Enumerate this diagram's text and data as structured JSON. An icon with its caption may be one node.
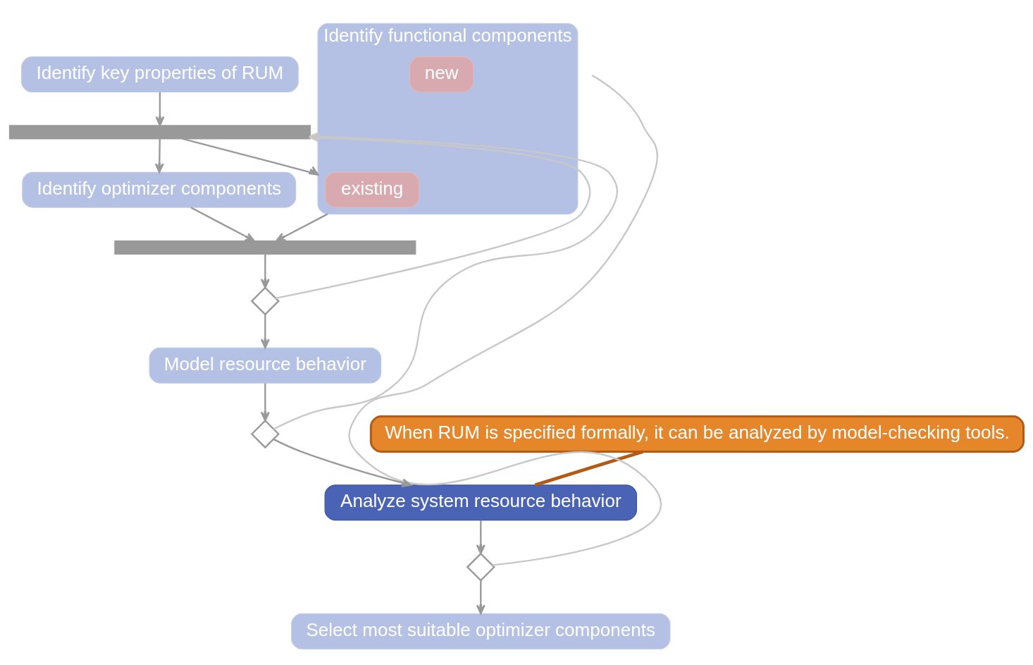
{
  "diagram": {
    "nodes": [
      {
        "text": [
          "Identify key properties of RUM"
        ]
      },
      {
        "text": [],
        "shape": "bar"
      },
      {
        "text": [
          "Identify functional components"
        ]
      },
      {
        "text": [
          "existing"
        ],
        "in": 2
      },
      {
        "text": [
          "new"
        ],
        "in": 2
      },
      {
        "text": [
          "Identify optimizer components"
        ]
      },
      {
        "text": [
          "Select most suitable optimizer components"
        ]
      },
      {
        "text": [],
        "shape": "bar"
      },
      {
        "text": [
          "When RUM is specified formally, it can be analyzed by model-checking tools."
        ]
      },
      {
        "text": [],
        "shape": "diamond"
      },
      {
        "text": [],
        "shape": "diamond"
      },
      {
        "text": [
          "Model resource behavior"
        ]
      },
      {
        "text": [],
        "shape": "diamond"
      },
      {
        "text": [
          "Analyze system resource behavior"
        ]
      }
    ],
    "edges": [
      {
        "from": 0,
        "to": 1,
        "arrow": "to"
      },
      {
        "from": 1,
        "to": 2,
        "arrow": "to"
      },
      {
        "from": 1,
        "to": 5,
        "arrow": "to"
      },
      {
        "from": 2,
        "to": 7,
        "arrow": "to"
      },
      {
        "from": 5,
        "to": 7,
        "arrow": "to"
      },
      {
        "from": 7,
        "to": 9,
        "arrow": "to"
      },
      {
        "from": 9,
        "to": 11,
        "arrow": "to"
      },
      {
        "from": 9,
        "to": 1,
        "arrow": "to",
        "color": "#c8c8c8"
      },
      {
        "from": 11,
        "to": 12,
        "arrow": "to"
      },
      {
        "from": 12,
        "to": 13,
        "arrow": "to"
      },
      {
        "from": 12,
        "to": 1,
        "arrow": "to",
        "color": "#c8c8c8"
      },
      {
        "from": 13,
        "to": 10,
        "arrow": "to"
      },
      {
        "from": 10,
        "to": 6,
        "arrow": "to"
      },
      {
        "from": 10,
        "to": null,
        "arrow": "none",
        "color": "#c8c8c8"
      },
      {
        "from": 8,
        "to": 13,
        "arrow": "none",
        "color": "#b35a14",
        "style": "thick"
      }
    ]
  }
}
